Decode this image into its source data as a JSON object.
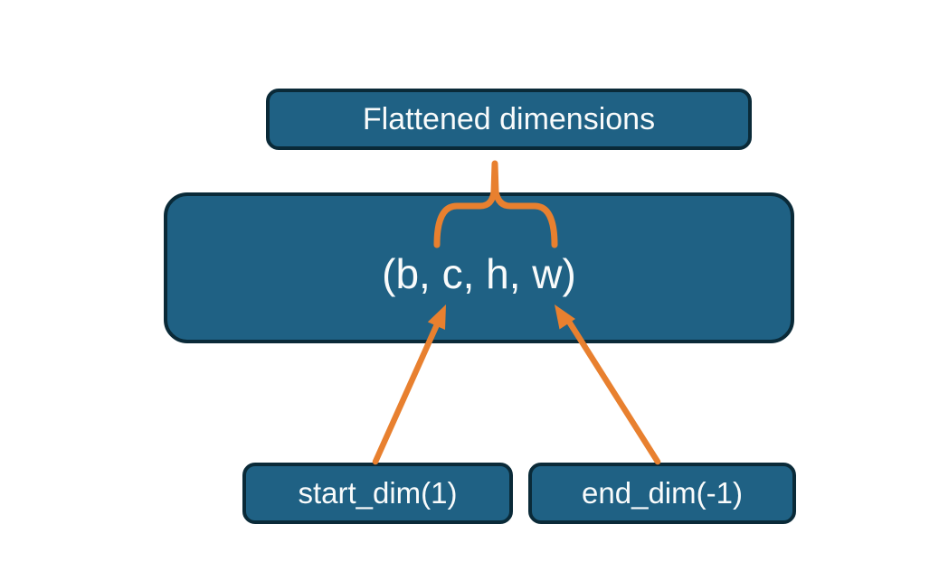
{
  "diagram": {
    "title": "flatten dimensions diagram",
    "nodes": {
      "flattened": {
        "label": "Flattened dimensions"
      },
      "tensor": {
        "label": "(b, c, h, w)"
      },
      "start_dim": {
        "label": "start_dim(1)"
      },
      "end_dim": {
        "label": "end_dim(-1)"
      }
    },
    "connectors": [
      {
        "name": "brace",
        "type": "curly-brace",
        "from": "flattened",
        "to": "tensor"
      },
      {
        "name": "start-dim-arrow",
        "type": "arrow",
        "from": "start_dim",
        "to": "tensor"
      },
      {
        "name": "end-dim-arrow",
        "type": "arrow",
        "from": "end_dim",
        "to": "tensor"
      }
    ]
  },
  "colors": {
    "background": "#FFFFFF",
    "node_fill": "#1F6184",
    "node_border": "#0A2A38",
    "label_color": "#F9FBFB",
    "connector_orange": "#E8802F"
  }
}
